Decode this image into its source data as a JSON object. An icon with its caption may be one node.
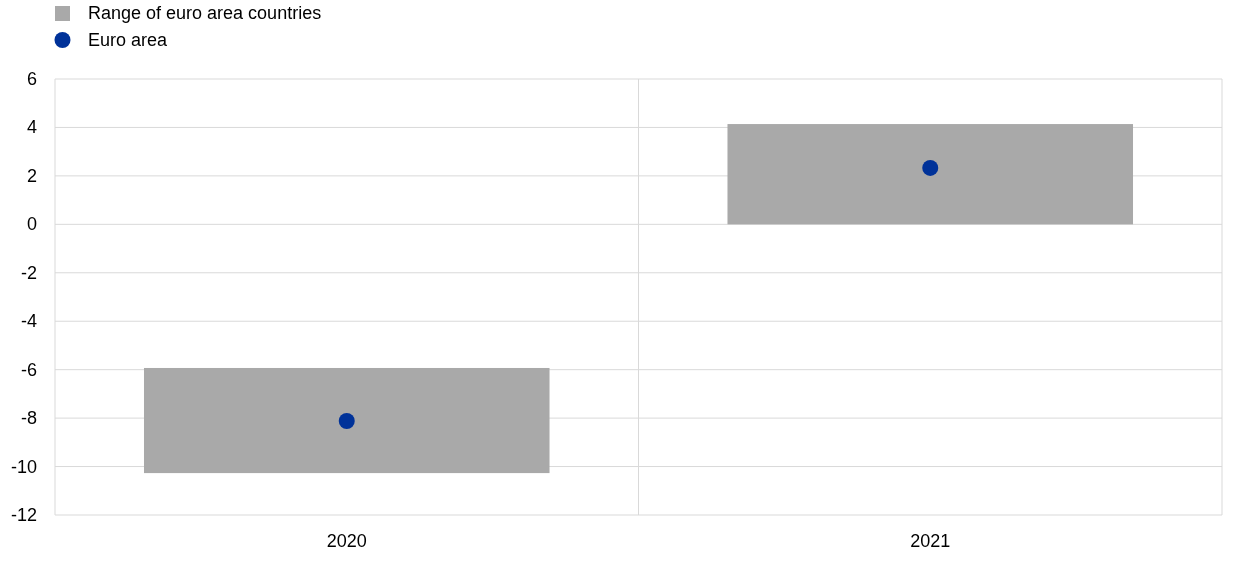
{
  "diagram": {
    "chart_data": {
      "type": "bar",
      "categories": [
        "2020",
        "2021"
      ],
      "series": [
        {
          "name": "Range of euro area countries",
          "type": "candlestick",
          "color": "#a9a9a9",
          "ohlc": [
            [
              -5.93,
              -5.93,
              -10.27,
              -10.27
            ],
            [
              4.14,
              4.14,
              0,
              0
            ]
          ]
        },
        {
          "name": "Euro area",
          "type": "scatter",
          "color": "#003299",
          "values": [
            -8.12,
            2.33
          ]
        }
      ],
      "grid": true,
      "legend": "top-left",
      "ylim": [
        -12,
        6
      ],
      "yticks": [
        -12,
        -10,
        -8,
        -6,
        -4,
        -2,
        0,
        2,
        4,
        6
      ]
    }
  }
}
